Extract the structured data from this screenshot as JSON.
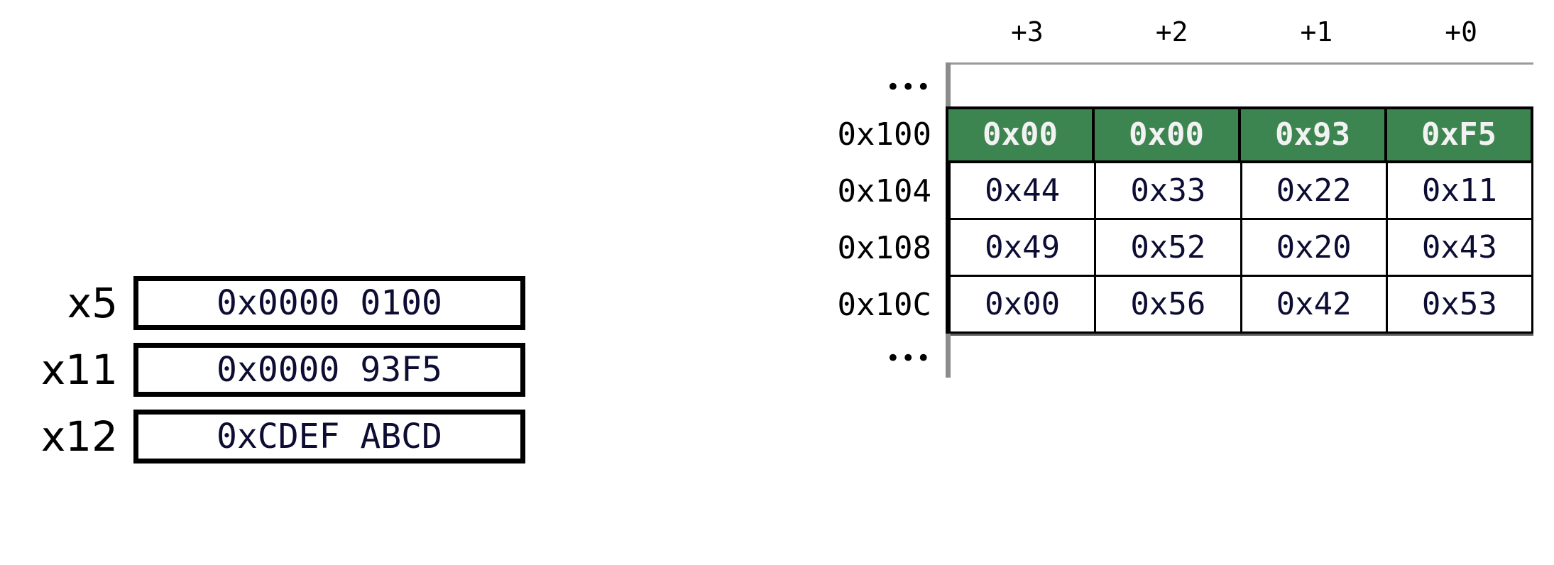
{
  "registers": {
    "rows": [
      {
        "label": "x5",
        "value": "0x0000 0100",
        "value_color": "#0d0d33"
      },
      {
        "label": "x11",
        "value": "0x0000 93F5",
        "value_color": "#0d0d33"
      },
      {
        "label": "x12",
        "value": "0xCDEF ABCD",
        "value_color": "#0d0d33"
      }
    ]
  },
  "memory": {
    "column_headers": [
      "+3",
      "+2",
      "+1",
      "+0"
    ],
    "ellipsis_top": "•••",
    "ellipsis_bottom": "•••",
    "highlight_color": "#3d8550",
    "highlight_text_color": "#f2f2f2",
    "cell_text_color": "#0d0d33",
    "rows": [
      {
        "address": "0x100",
        "cells": [
          "0x00",
          "0x00",
          "0x93",
          "0xF5"
        ],
        "highlight": true
      },
      {
        "address": "0x104",
        "cells": [
          "0x44",
          "0x33",
          "0x22",
          "0x11"
        ],
        "highlight": false
      },
      {
        "address": "0x108",
        "cells": [
          "0x49",
          "0x52",
          "0x20",
          "0x43"
        ],
        "highlight": false
      },
      {
        "address": "0x10C",
        "cells": [
          "0x00",
          "0x56",
          "0x42",
          "0x53"
        ],
        "highlight": false
      }
    ]
  }
}
